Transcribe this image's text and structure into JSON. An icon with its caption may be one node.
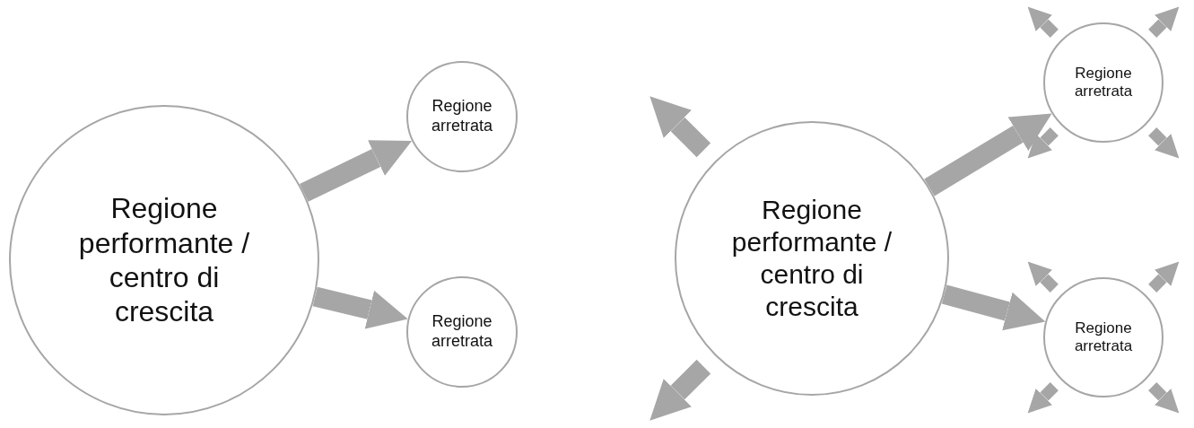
{
  "diagram": {
    "nodes": [
      {
        "text": [
          "Regione performante / centro di crescita"
        ]
      },
      {
        "text": [
          "Regione arretrata"
        ]
      },
      {
        "text": [
          "Regione arretrata"
        ]
      },
      {
        "text": [
          "Regione performante / centro di crescita"
        ]
      },
      {
        "text": [
          "Regione arretrata"
        ]
      },
      {
        "text": [
          "Regione arretrata"
        ]
      }
    ],
    "edges": [
      {
        "from": 0,
        "to": 1,
        "arrow": "to"
      },
      {
        "from": 0,
        "to": 2,
        "arrow": "to"
      },
      {
        "from": 3,
        "to": 4,
        "arrow": "to"
      },
      {
        "from": 3,
        "to": 5,
        "arrow": "to"
      }
    ]
  }
}
